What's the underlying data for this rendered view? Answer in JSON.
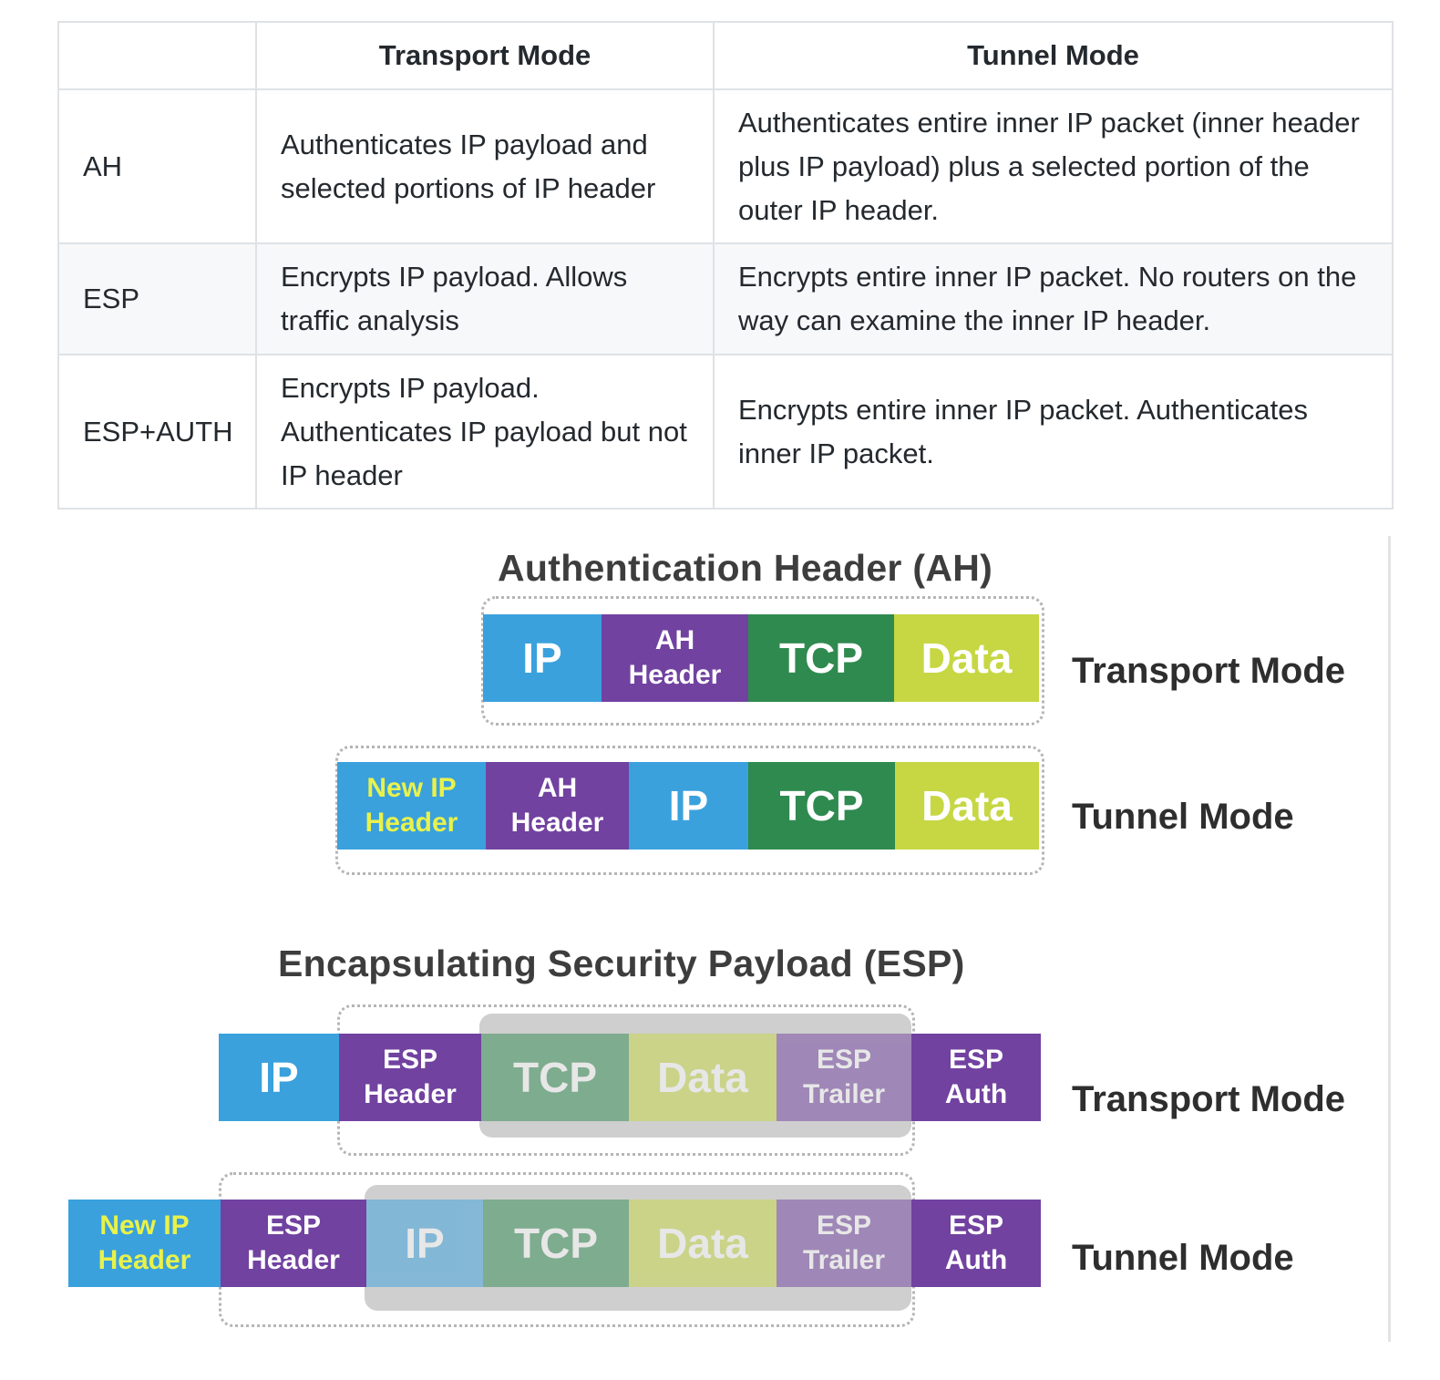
{
  "table": {
    "headers": [
      "",
      "Transport Mode",
      "Tunnel Mode"
    ],
    "rows": [
      {
        "label": "AH",
        "transport": "Authenticates IP payload and selected portions of IP header",
        "tunnel": "Authenticates entire inner IP packet (inner header plus IP payload) plus a selected portion of the outer IP header."
      },
      {
        "label": "ESP",
        "transport": "Encrypts IP payload. Allows traffic analysis",
        "tunnel": "Encrypts entire inner IP packet. No routers on the way can examine the inner IP header."
      },
      {
        "label": "ESP+AUTH",
        "transport": "Encrypts IP payload. Authenticates IP payload but not IP header",
        "tunnel": "Encrypts entire inner IP packet. Authenticates inner IP packet."
      }
    ]
  },
  "diagram": {
    "ah_title": "Authentication Header (AH)",
    "esp_title": "Encapsulating Security Payload (ESP)",
    "mode_transport": "Transport Mode",
    "mode_tunnel": "Tunnel Mode",
    "colors": {
      "ip": "#3aa1dd",
      "header": "#7142a0",
      "tcp": "#2f8a4f",
      "data": "#c6d743",
      "new_ip_text": "#e9f24a"
    },
    "labels": {
      "ip": "IP",
      "tcp": "TCP",
      "data": "Data",
      "ah_header_1": "AH",
      "ah_header_2": "Header",
      "new_ip_1": "New IP",
      "new_ip_2": "Header",
      "esp_header_1": "ESP",
      "esp_header_2": "Header",
      "esp_trailer_1": "ESP",
      "esp_trailer_2": "Trailer",
      "esp_auth_1": "ESP",
      "esp_auth_2": "Auth"
    }
  }
}
